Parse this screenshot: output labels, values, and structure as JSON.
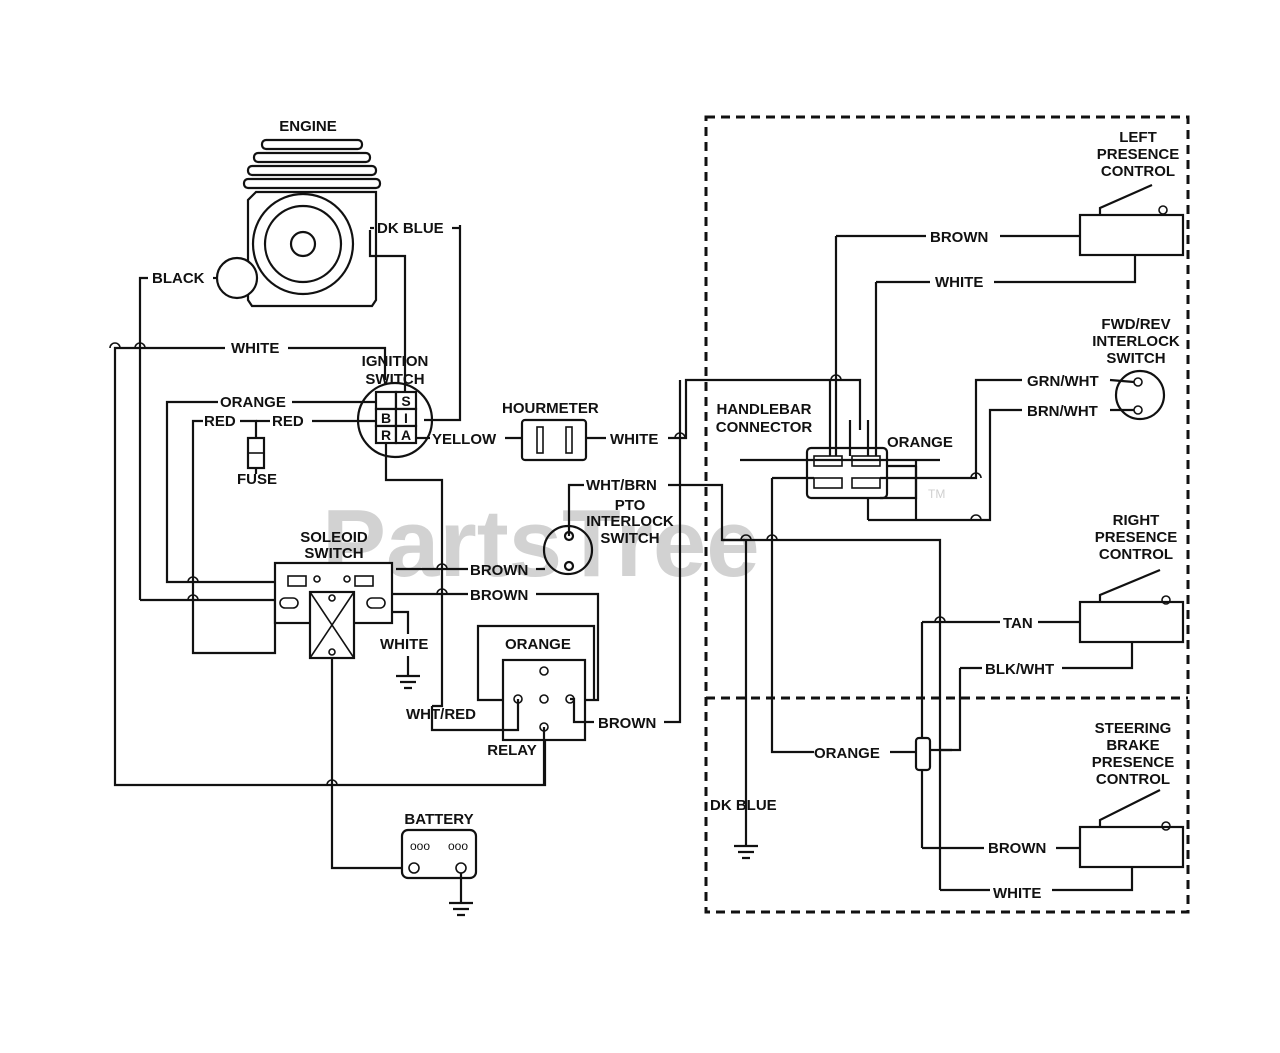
{
  "watermark": "PartsTree",
  "watermark_mark": "TM",
  "components": {
    "engine": "ENGINE",
    "ignition_switch": [
      "IGNITION",
      "SWITCH"
    ],
    "ignition_pins": [
      "S",
      "B",
      "I",
      "R",
      "A"
    ],
    "fuse": "FUSE",
    "solenoid_switch": [
      "SOLEOID",
      "SWITCH"
    ],
    "hourmeter": "HOURMETER",
    "pto_interlock_switch": [
      "PTO",
      "INTERLOCK",
      "SWITCH"
    ],
    "relay": "RELAY",
    "battery": "BATTERY",
    "handlebar_connector": [
      "HANDLEBAR",
      "CONNECTOR"
    ],
    "left_presence_control": [
      "LEFT",
      "PRESENCE",
      "CONTROL"
    ],
    "fwd_rev_interlock_switch": [
      "FWD/REV",
      "INTERLOCK",
      "SWITCH"
    ],
    "right_presence_control": [
      "RIGHT",
      "PRESENCE",
      "CONTROL"
    ],
    "steering_brake_presence_control": [
      "STEERING",
      "BRAKE",
      "PRESENCE",
      "CONTROL"
    ]
  },
  "wires": {
    "dk_blue_engine": "DK BLUE",
    "black": "BLACK",
    "white_engine": "WHITE",
    "orange_ign": "ORANGE",
    "red_left": "RED",
    "red_right": "RED",
    "yellow": "YELLOW",
    "white_hourmeter": "WHITE",
    "wht_brn": "WHT/BRN",
    "brown_pto": "BROWN",
    "brown_sol": "BROWN",
    "white_ground": "WHITE",
    "orange_relay": "ORANGE",
    "wht_red": "WHT/RED",
    "brown_relay": "BROWN",
    "brown_left_pc": "BROWN",
    "white_left_pc": "WHITE",
    "orange_handlebar": "ORANGE",
    "grn_wht": "GRN/WHT",
    "brn_wht": "BRN/WHT",
    "tan": "TAN",
    "blk_wht": "BLK/WHT",
    "orange_steering": "ORANGE",
    "dk_blue_ground": "DK BLUE",
    "brown_steering": "BROWN",
    "white_steering": "WHITE"
  }
}
